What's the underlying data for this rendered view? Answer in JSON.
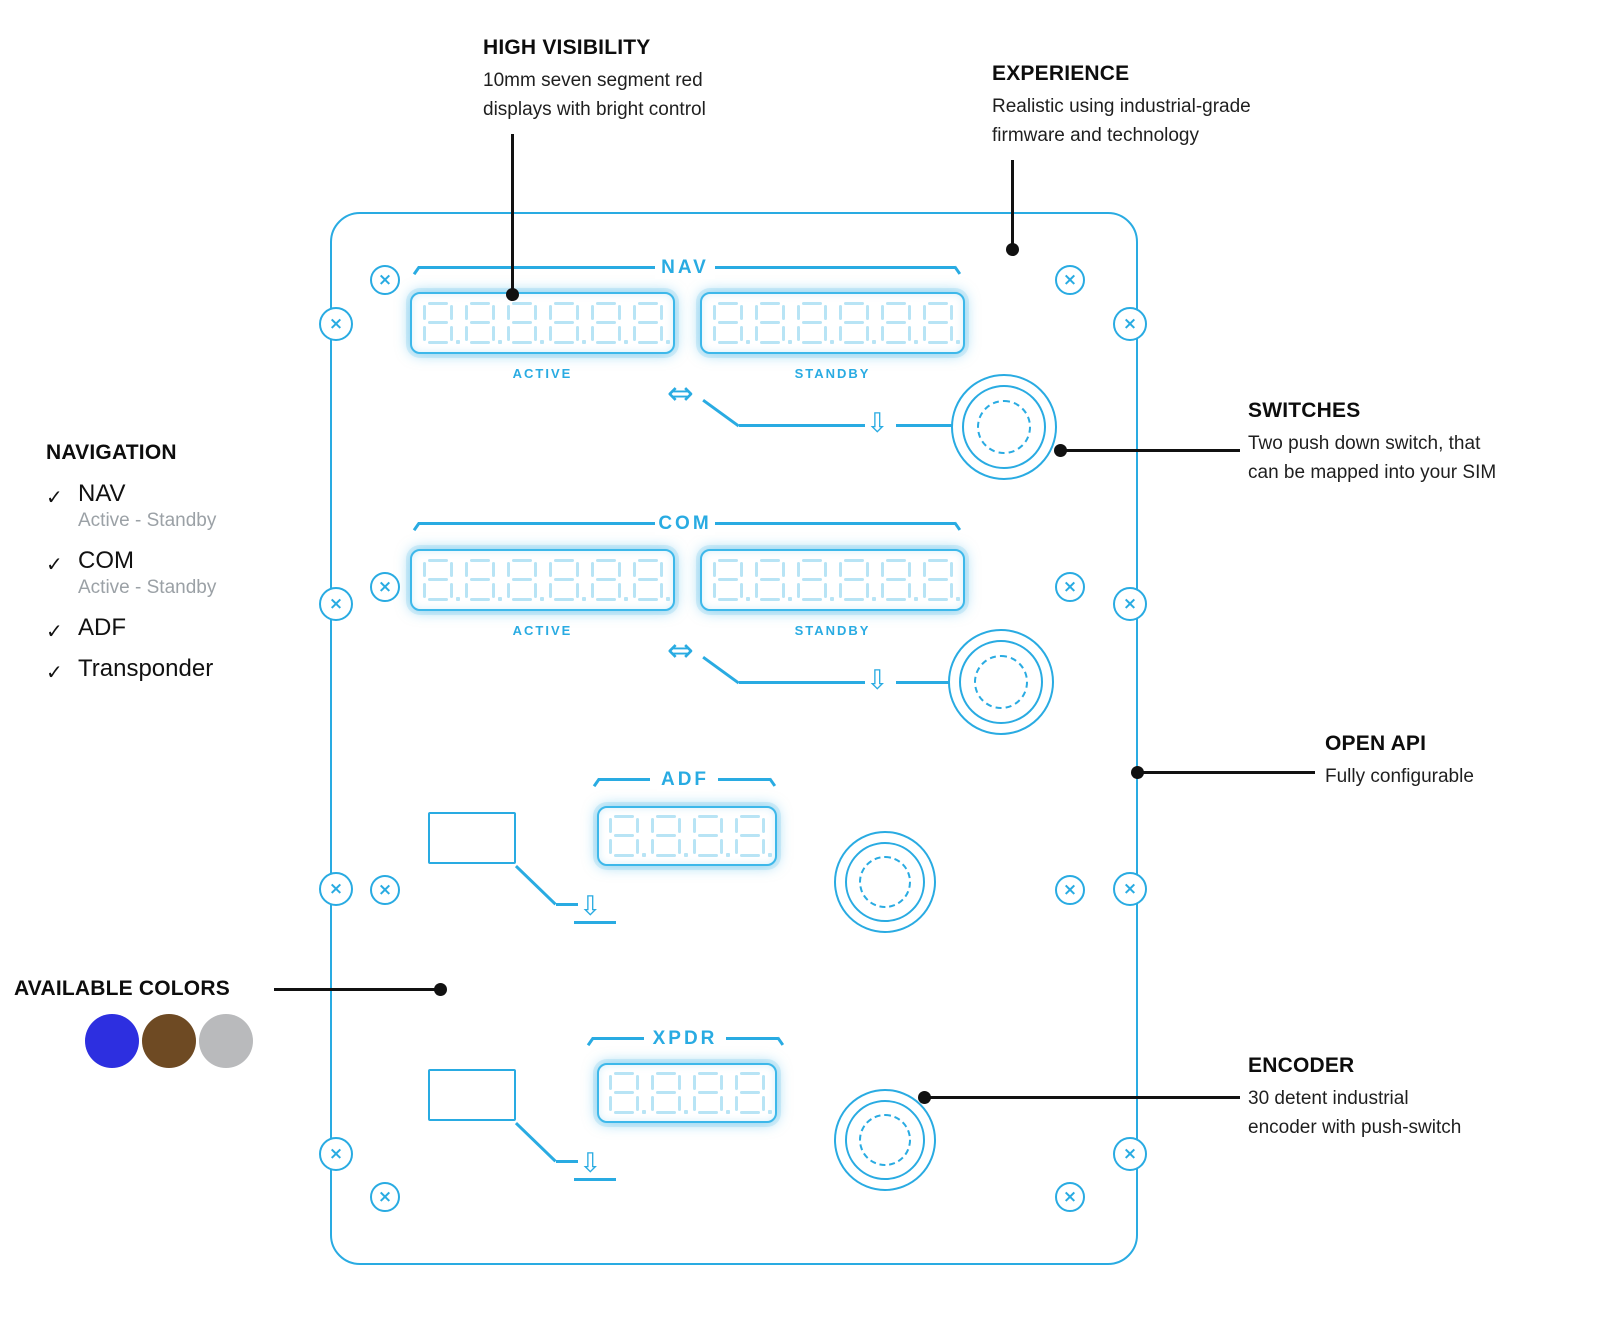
{
  "colors": {
    "accent": "#29abe2",
    "swatch_blue": "#2d2fe0",
    "swatch_brown": "#6e4a23",
    "swatch_gray": "#b9babc"
  },
  "icons": {
    "check": "✓",
    "swap": "⇔",
    "push_down": "⇩",
    "screw": "×"
  },
  "panel": {
    "nav": {
      "title": "NAV",
      "active_label": "ACTIVE",
      "standby_label": "STANDBY",
      "active_digits": 6,
      "standby_digits": 6
    },
    "com": {
      "title": "COM",
      "active_label": "ACTIVE",
      "standby_label": "STANDBY",
      "active_digits": 6,
      "standby_digits": 6
    },
    "adf": {
      "title": "ADF",
      "digits": 4
    },
    "xpdr": {
      "title": "XPDR",
      "digits": 4
    }
  },
  "annotations": {
    "high_visibility": {
      "title": "HIGH VISIBILITY",
      "line1": "10mm seven segment red",
      "line2": "displays with bright control"
    },
    "experience": {
      "title": "EXPERIENCE",
      "line1": "Realistic using industrial-grade",
      "line2": "firmware and technology"
    },
    "switches": {
      "title": "SWITCHES",
      "line1": "Two push down switch, that",
      "line2": "can be mapped into your SIM"
    },
    "navigation": {
      "title": "NAVIGATION",
      "items": [
        {
          "label": "NAV",
          "sub": "Active - Standby"
        },
        {
          "label": "COM",
          "sub": "Active - Standby"
        },
        {
          "label": "ADF",
          "sub": ""
        },
        {
          "label": "Transponder",
          "sub": ""
        }
      ]
    },
    "open_api": {
      "title": "OPEN API",
      "line1": "Fully configurable"
    },
    "available_colors": {
      "title": "AVAILABLE COLORS"
    },
    "encoder": {
      "title": "ENCODER",
      "line1": "30 detent industrial",
      "line2": "encoder with push-switch"
    }
  }
}
